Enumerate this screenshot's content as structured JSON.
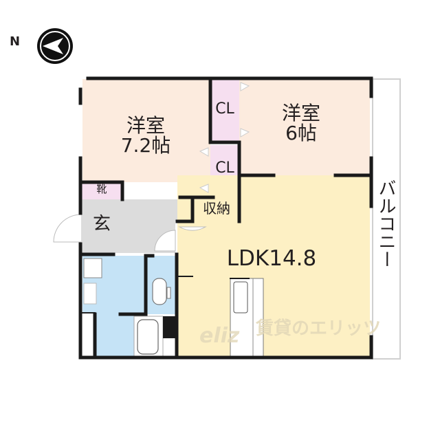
{
  "compass": {
    "label": "N",
    "icon": "north-arrow-icon",
    "direction": "left"
  },
  "rooms": {
    "bedroom1": {
      "name": "洋室",
      "size": "7.2帖",
      "color": "#fcebde"
    },
    "bedroom2": {
      "name": "洋室",
      "size": "6帖",
      "color": "#fcebde"
    },
    "closet1": {
      "label": "CL",
      "color": "#f6dff0"
    },
    "closet2": {
      "label": "CL",
      "color": "#f6dff0"
    },
    "shoe_closet": {
      "label": "靴",
      "color": "#f6dff0"
    },
    "storage": {
      "label": "収納",
      "color": "#f6dff0"
    },
    "entrance": {
      "label": "玄",
      "color": "#dcdcdc"
    },
    "ldk": {
      "label": "LDK14.8",
      "color": "#fdf0c4"
    },
    "wet_area": {
      "color": "#c5e3f6"
    },
    "balcony": {
      "label": "バルコニー"
    }
  },
  "watermark": {
    "logo": "eliz",
    "text": "賃貸のエリッツ"
  },
  "colors": {
    "wall": "#1a1a1a",
    "watermark": "#d9cfb0"
  }
}
